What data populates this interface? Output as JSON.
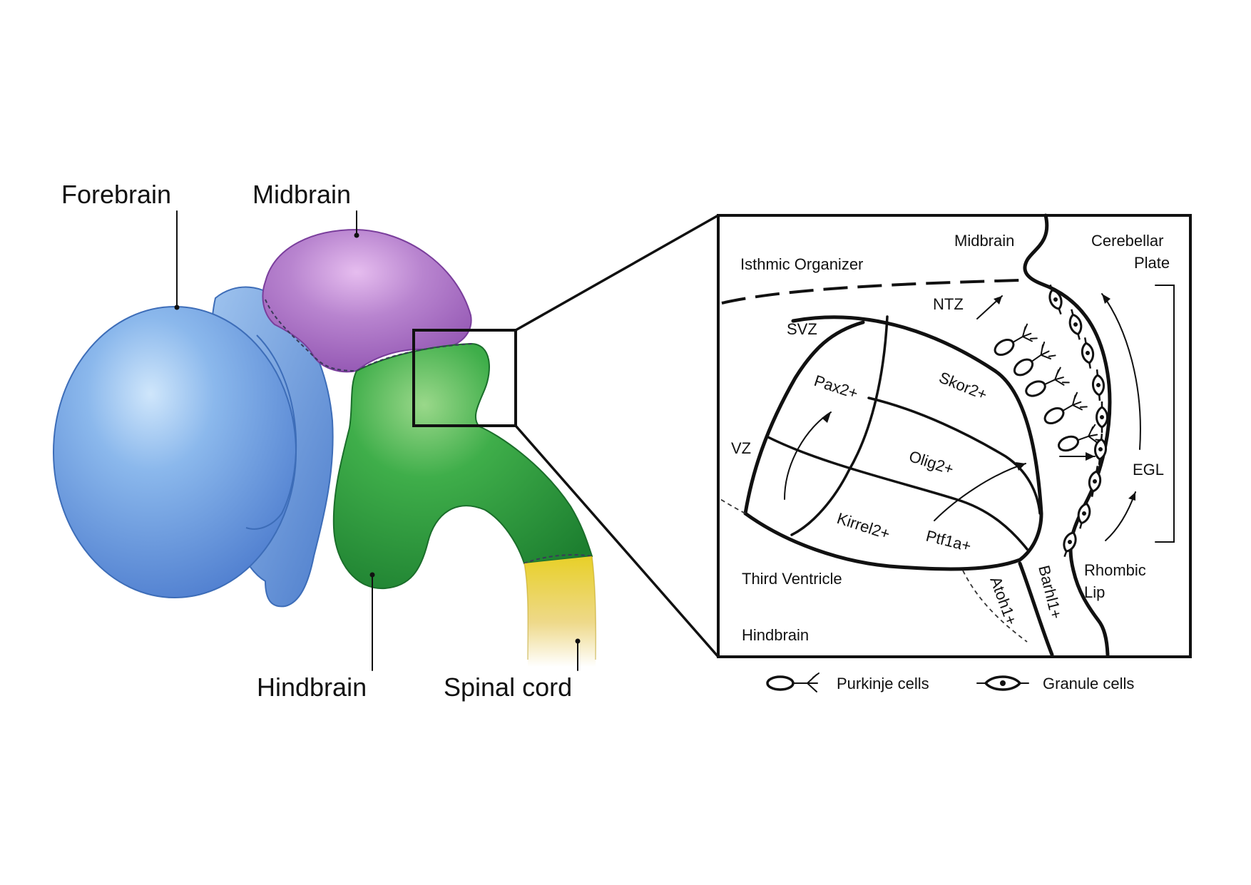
{
  "brain": {
    "labels": {
      "forebrain": "Forebrain",
      "midbrain": "Midbrain",
      "hindbrain": "Hindbrain",
      "spinal_cord": "Spinal cord"
    },
    "colors": {
      "forebrain": "#5a8fd8",
      "midbrain": "#a56cc0",
      "hindbrain": "#2a9a3c",
      "spinal_cord": "#e2c82a"
    }
  },
  "inset": {
    "regions": {
      "midbrain": "Midbrain",
      "cerebellar_plate_line1": "Cerebellar",
      "cerebellar_plate_line2": "Plate",
      "isthmic_organizer": "Isthmic Organizer",
      "ntz": "NTZ",
      "svz": "SVZ",
      "vz": "VZ",
      "third_ventricle": "Third Ventricle",
      "hindbrain": "Hindbrain",
      "egl": "EGL",
      "rhombic_lip_line1": "Rhombic",
      "rhombic_lip_line2": "Lip"
    },
    "markers": {
      "pax2": "Pax2+",
      "skor2": "Skor2+",
      "olig2": "Olig2+",
      "kirrel2": "Kirrel2+",
      "ptf1a": "Ptf1a+",
      "atoh1": "Atoh1+",
      "barhl1": "Barhl1+"
    },
    "legend": {
      "purkinje": "Purkinje cells",
      "granule": "Granule cells"
    }
  }
}
